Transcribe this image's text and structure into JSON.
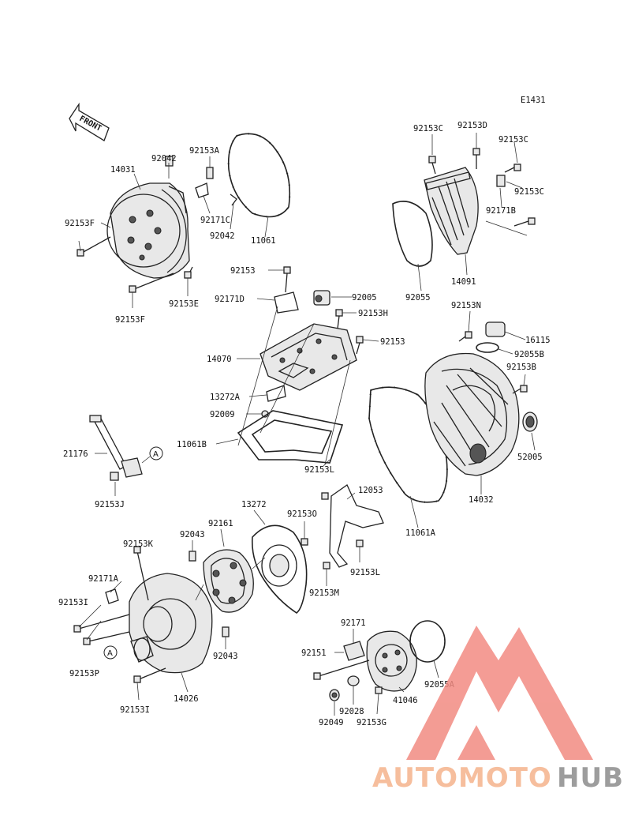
{
  "diagram_id": "E1431",
  "front_label": "FRONT",
  "ref_letter": "A",
  "parts": {
    "p14031": "14031",
    "p92042a": "92042",
    "p92153a": "92153A",
    "p92153f1": "92153F",
    "p92171c": "92171C",
    "p92042b": "92042",
    "p11061": "11061",
    "p92153e": "92153E",
    "p92153f2": "92153F",
    "p92153c1": "92153C",
    "p92153d": "92153D",
    "p92153c2": "92153C",
    "p92153c3": "92153C",
    "p92171b": "92171B",
    "p14091": "14091",
    "p92055": "92055",
    "p92153": "92153",
    "p92171d": "92171D",
    "p92005": "92005",
    "p92153h": "92153H",
    "p92153b2": "92153",
    "p14070": "14070",
    "p13272a": "13272A",
    "p92009": "92009",
    "p11061b": "11061B",
    "p92153l1": "92153L",
    "p92153n": "92153N",
    "p16115": "16115",
    "p92055b": "92055B",
    "p92153b": "92153B",
    "p52005": "52005",
    "p14032": "14032",
    "p21176": "21176",
    "p92153j": "92153J",
    "p12053": "12053",
    "p11061a": "11061A",
    "p13272": "13272",
    "p92161": "92161",
    "p92153o": "92153O",
    "p92043a": "92043",
    "p92153k": "92153K",
    "p92171a": "92171A",
    "p92153i1": "92153I",
    "p92153l2": "92153L",
    "p92153m": "92153M",
    "p92153p": "92153P",
    "p92043b": "92043",
    "p92153i2": "92153I",
    "p14026": "14026",
    "p92171": "92171",
    "p92151": "92151",
    "p92055a": "92055A",
    "p41046": "41046",
    "p92028": "92028",
    "p92049": "92049",
    "p92153g": "92153G"
  },
  "watermark": {
    "word_auto": "AUTOMOTO",
    "word_hub": "HUB",
    "color_triangle": "#f28b82",
    "color_auto": "#f5b38c",
    "color_hub": "#8c8c8c"
  }
}
